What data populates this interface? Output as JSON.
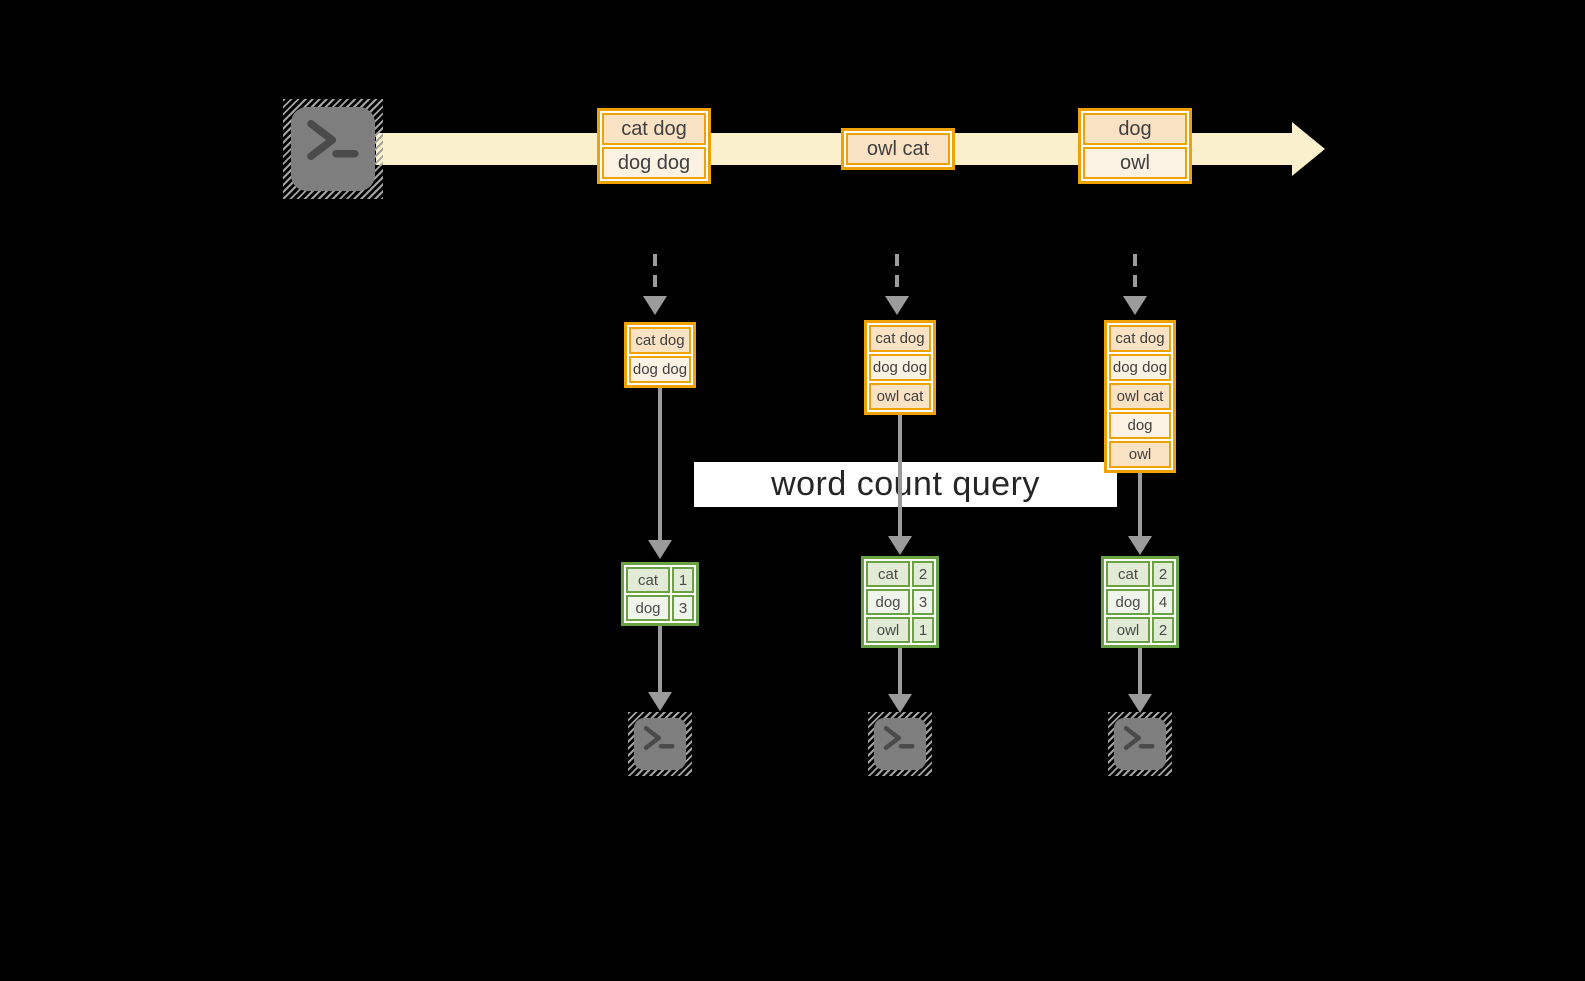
{
  "query_label": "word count query",
  "icons": {
    "terminal_glyph": ">_",
    "stream_arrow": "right-arrow",
    "flow_arrow": "down-arrow"
  },
  "colors": {
    "background": "#000000",
    "stream_fill": "#FAF1CC",
    "batch_border": "#F0A202",
    "batch_row_dark": "#FAE2C4",
    "batch_row_light": "#FCF2E4",
    "table_border": "#6AA143",
    "table_cell_dark": "#E1EBD6",
    "table_cell_light": "#F0F5EB",
    "arrow_gray": "#9B9B9B",
    "terminal_gray": "#7E7E7E",
    "label_band": "#FFFFFF"
  },
  "stream": {
    "boxes": [
      {
        "lines": [
          "cat dog",
          "dog dog"
        ]
      },
      {
        "lines": [
          "owl cat"
        ]
      },
      {
        "lines": [
          "dog",
          "owl"
        ]
      }
    ]
  },
  "batches": [
    {
      "lines": [
        "cat dog",
        "dog dog"
      ]
    },
    {
      "lines": [
        "cat dog",
        "dog dog",
        "owl cat"
      ]
    },
    {
      "lines": [
        "cat dog",
        "dog dog",
        "owl cat",
        "dog",
        "owl"
      ]
    }
  ],
  "result_tables": [
    {
      "rows": [
        {
          "word": "cat",
          "count": "1"
        },
        {
          "word": "dog",
          "count": "3"
        }
      ]
    },
    {
      "rows": [
        {
          "word": "cat",
          "count": "2"
        },
        {
          "word": "dog",
          "count": "3"
        },
        {
          "word": "owl",
          "count": "1"
        }
      ]
    },
    {
      "rows": [
        {
          "word": "cat",
          "count": "2"
        },
        {
          "word": "dog",
          "count": "4"
        },
        {
          "word": "owl",
          "count": "2"
        }
      ]
    }
  ]
}
